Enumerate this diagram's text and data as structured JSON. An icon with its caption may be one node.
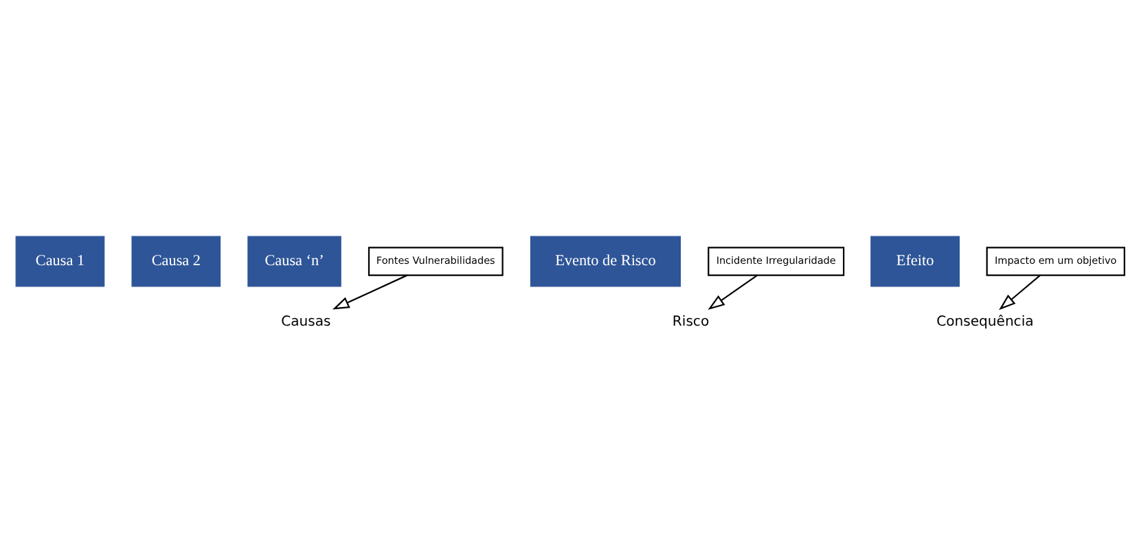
{
  "diagram": {
    "nodes": [
      {
        "text": [
          "Causa 1"
        ]
      },
      {
        "text": [
          "Causa 2"
        ]
      },
      {
        "text": [
          "Causa ‘n’"
        ]
      },
      {
        "text": [
          "Evento de Risco"
        ]
      },
      {
        "text": [
          "Efeito"
        ]
      },
      {
        "text": [
          "Causas"
        ]
      },
      {
        "text": [
          "Risco"
        ]
      },
      {
        "text": [
          "Consequência"
        ]
      },
      {
        "text": [
          "Fontes Vulnerabilidades"
        ]
      },
      {
        "text": [
          "Incidente Irregularidade"
        ]
      },
      {
        "text": [
          "Impacto em um objetivo"
        ]
      }
    ],
    "edges": [
      {
        "from": 8,
        "to": 5,
        "arrow": "to"
      },
      {
        "from": 9,
        "to": 6,
        "arrow": "to"
      },
      {
        "from": 10,
        "to": 7,
        "arrow": "to"
      }
    ]
  }
}
